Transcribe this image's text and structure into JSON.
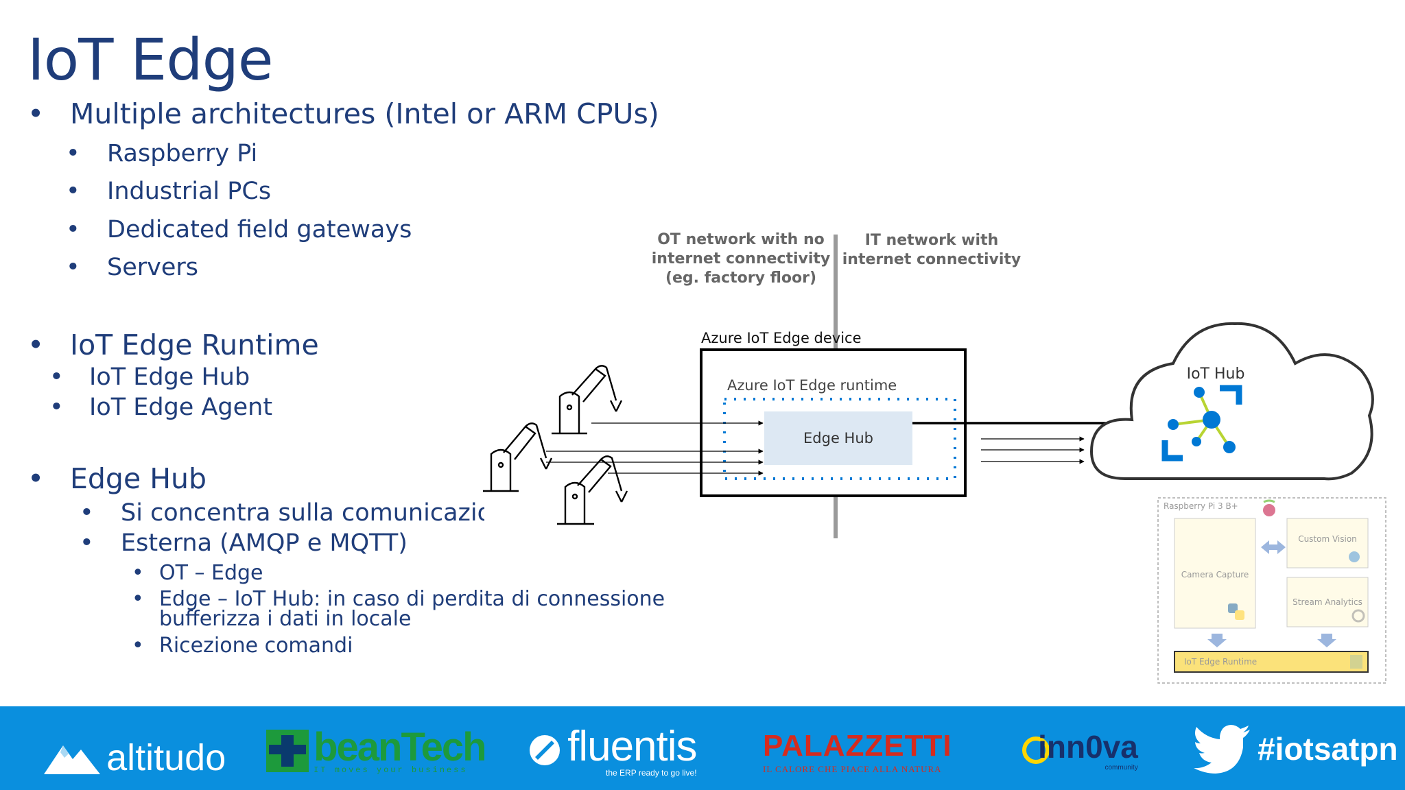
{
  "slide": {
    "title": "IoT Edge",
    "bullets": {
      "arch": "Multiple architectures (Intel or ARM CPUs)",
      "arch_items": [
        "Raspberry Pi",
        "Industrial PCs",
        "Dedicated field gateways",
        "Servers"
      ],
      "runtime": "IoT Edge Runtime",
      "runtime_items": [
        "IoT Edge Hub",
        "IoT Edge Agent"
      ],
      "hub": "Edge Hub",
      "hub_items": [
        "Si concentra sulla comunicazione",
        "Esterna (AMQP e MQTT)"
      ],
      "hub_sub_items": [
        "OT – Edge",
        "Edge – IoT Hub: in caso di perdita di connessione",
        "bufferizza i dati in locale",
        "Ricezione comandi"
      ]
    }
  },
  "diagram": {
    "ot_label": [
      "OT network with no",
      "internet connectivity",
      "(eg. factory floor)"
    ],
    "it_label": [
      "IT network with",
      "internet connectivity"
    ],
    "device_label": "Azure IoT Edge device",
    "runtime_label": "Azure IoT Edge runtime",
    "edge_hub_label": "Edge Hub",
    "iot_hub_label": "IoT Hub",
    "pi_panel": {
      "title": "Raspberry Pi 3 B+",
      "camera": "Camera Capture",
      "custom_vision": "Custom Vision",
      "stream_analytics": "Stream Analytics",
      "runtime": "IoT Edge Runtime"
    }
  },
  "sponsors": {
    "altitudo": "altitudo",
    "beantech": "beanTech",
    "beantech_tag": "IT moves your business",
    "fluentis": "fluentis",
    "fluentis_tag": "the ERP ready to go live!",
    "palazzetti": "PALAZZETTI",
    "palazzetti_tag": "IL CALORE CHE PIACE ALLA NATURA",
    "innova": "inn0va",
    "innova_tag": "community",
    "hashtag": "#iotsatpn"
  },
  "colors": {
    "text_blue": "#1f3d7a",
    "bar_blue": "#0a8fde",
    "azure_blue": "#0078d4",
    "beantech_green": "#1d9a3c",
    "palazzetti_red": "#d52b1e"
  }
}
